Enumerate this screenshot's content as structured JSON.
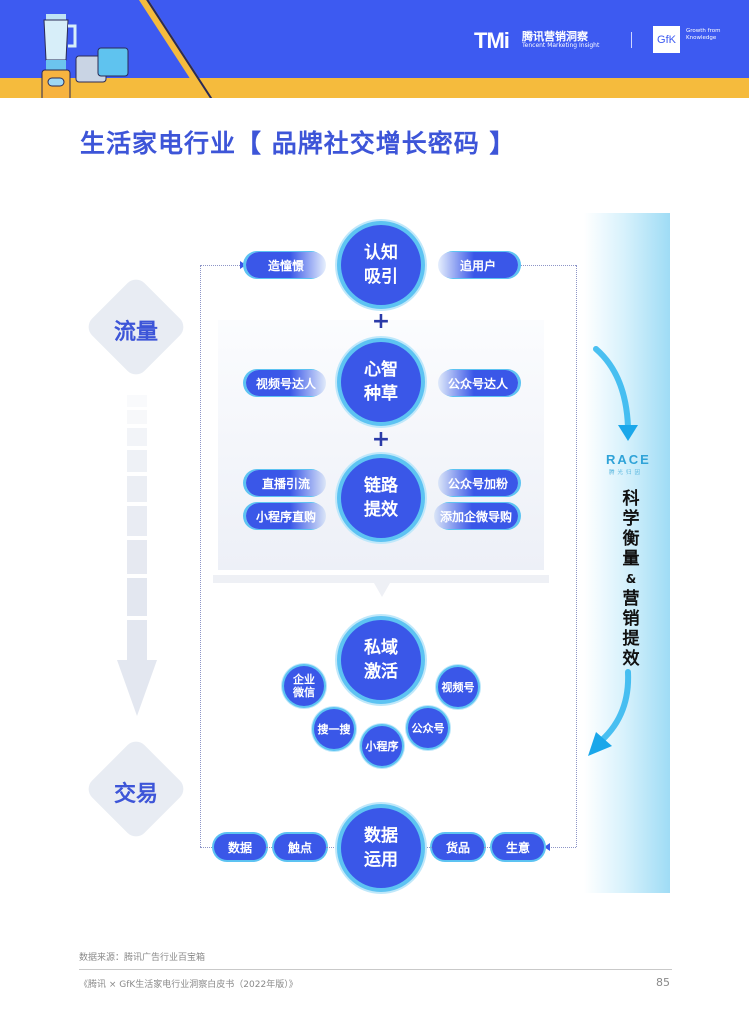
{
  "header": {
    "tmi_mark": "TMi",
    "tmi_cn": "腾讯营销洞察",
    "tmi_en": "Tencent Marketing Insight",
    "gfk_mark": "GfK",
    "gfk_tagline": "Growth from Knowledge"
  },
  "title": "生活家电行业【 品牌社交增长密码 】",
  "side": {
    "top_label": "流量",
    "bottom_label": "交易"
  },
  "race": {
    "logo": "RACE",
    "logo_sub": "腾光归因",
    "vertical_text_1": "科学衡量",
    "amp": "&",
    "vertical_text_2": "营销提效"
  },
  "stages": [
    {
      "label_line1": "认知",
      "label_line2": "吸引",
      "left": [
        "造憧憬"
      ],
      "right": [
        "追用户"
      ]
    },
    {
      "label_line1": "心智",
      "label_line2": "种草",
      "left": [
        "视频号达人"
      ],
      "right": [
        "公众号达人"
      ]
    },
    {
      "label_line1": "链路",
      "label_line2": "提效",
      "left": [
        "直播引流",
        "小程序直购"
      ],
      "right": [
        "公众号加粉",
        "添加企微导购"
      ]
    },
    {
      "label_line1": "私域",
      "label_line2": "激活",
      "satellites": [
        "企业微信",
        "搜一搜",
        "小程序",
        "公众号",
        "视频号"
      ]
    },
    {
      "label_line1": "数据",
      "label_line2": "运用",
      "left": [
        "数据",
        "触点"
      ],
      "right": [
        "货品",
        "生意"
      ]
    }
  ],
  "plus_sign": "+",
  "colors": {
    "primary_blue": "#3a57e8",
    "header_blue": "#3d5af1",
    "accent_yellow": "#f5bb3d",
    "ring_cyan": "#5dc3f2",
    "title_blue": "#3d55d8"
  },
  "footer": {
    "source": "数据来源：腾讯广告行业百宝箱",
    "book": "《腾讯 × GfK生活家电行业洞察白皮书（2022年版）》",
    "page_number": "85"
  }
}
